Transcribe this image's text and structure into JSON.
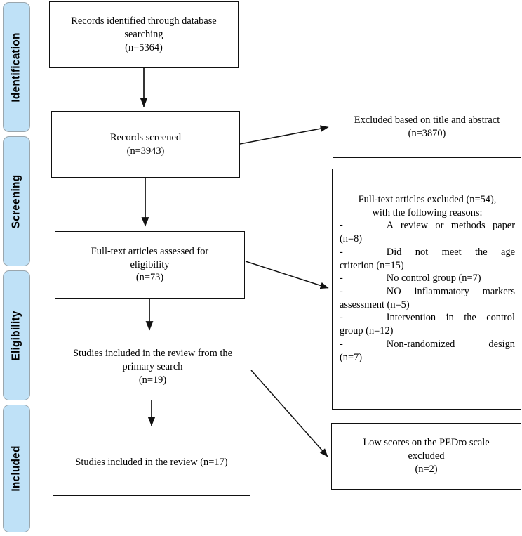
{
  "diagram": {
    "title": "PRISMA study selection flow diagram",
    "type": "flowchart",
    "accent_color": "#bfe1f7",
    "border_color": "#111111",
    "stage_border_color": "#9aa6ad"
  },
  "stages": [
    {
      "id": "identification",
      "label": "Identification"
    },
    {
      "id": "screening",
      "label": "Screening"
    },
    {
      "id": "eligibility",
      "label": "Eligibility"
    },
    {
      "id": "included",
      "label": "Included"
    }
  ],
  "flow_boxes": [
    {
      "id": "records-identified",
      "text": "Records identified through database searching\n(n=5364)",
      "count": 5364
    },
    {
      "id": "records-screened",
      "text": "Records screened\n(n=3943)",
      "count": 3943
    },
    {
      "id": "fulltext-assessed",
      "text": "Full-text articles assessed for eligibility\n(n=73)",
      "count": 73
    },
    {
      "id": "included-primary",
      "text": "Studies included in the review from the primary search\n(n=19)",
      "count": 19
    },
    {
      "id": "included-final",
      "text": "Studies included in the review (n=17)",
      "count": 17
    }
  ],
  "exclusion_boxes": [
    {
      "id": "excluded-title-abstract",
      "text": "Excluded based on title and abstract\n(n=3870)",
      "count": 3870
    },
    {
      "id": "excluded-pedro",
      "text": "Low scores on the PEDro scale excluded\n(n=2)",
      "count": 2
    }
  ],
  "exclusion_reasons_box": {
    "id": "excluded-fulltext",
    "heading": "Full-text articles excluded (n=54),\nwith the following reasons:",
    "count": 54,
    "bullet": "-",
    "reasons": [
      {
        "lead": "A review or methods paper",
        "tail": "(n=8)",
        "count": 8
      },
      {
        "lead": "Did not meet the age",
        "tail": "criterion (n=15)",
        "count": 15
      },
      {
        "lead": "No control group (n=7)",
        "tail": "",
        "count": 7
      },
      {
        "lead": "NO inflammatory markers",
        "tail": "assessment (n=5)",
        "count": 5
      },
      {
        "lead": "Intervention in the control",
        "tail": "group (n=12)",
        "count": 12
      },
      {
        "lead": "Non-randomized design",
        "tail": "(n=7)",
        "count": 7
      }
    ]
  }
}
